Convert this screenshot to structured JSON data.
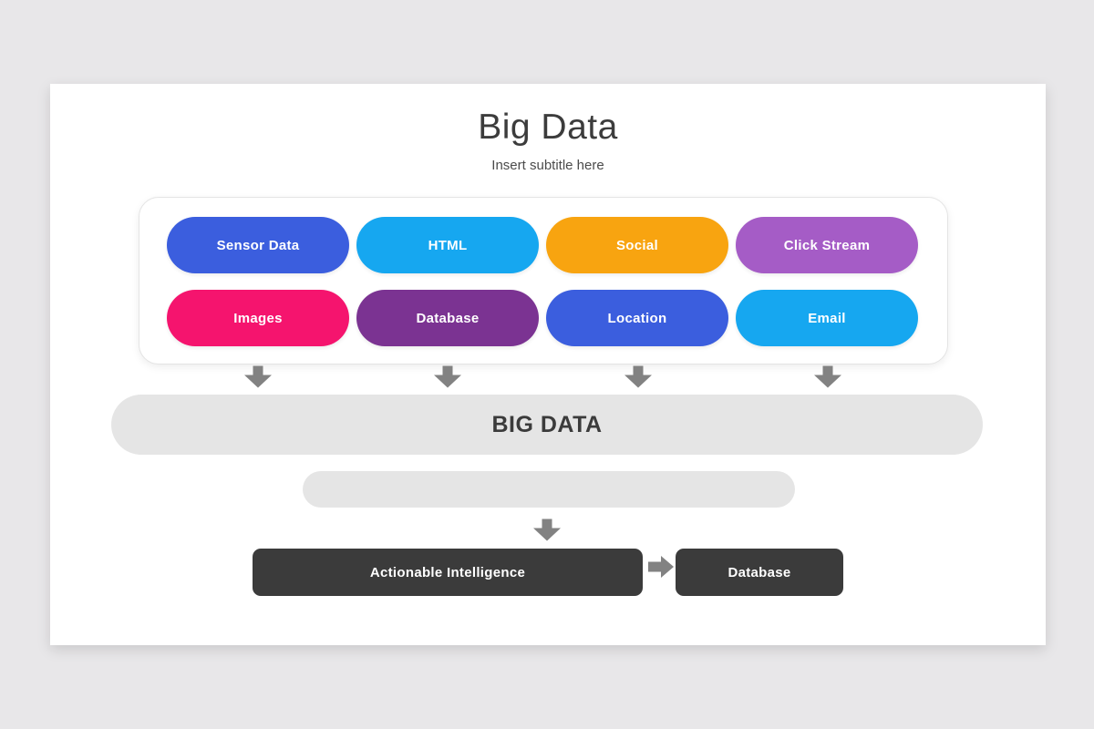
{
  "slide": {
    "title": "Big Data",
    "subtitle": "Insert subtitle here"
  },
  "sources": {
    "items": [
      {
        "label": "Sensor Data",
        "color": "#3b5ede"
      },
      {
        "label": "HTML",
        "color": "#16a7f0"
      },
      {
        "label": "Social",
        "color": "#f8a410"
      },
      {
        "label": "Click Stream",
        "color": "#a55cc6"
      },
      {
        "label": "Images",
        "color": "#f5146e"
      },
      {
        "label": "Database",
        "color": "#7b3392"
      },
      {
        "label": "Location",
        "color": "#3b5ede"
      },
      {
        "label": "Email",
        "color": "#16a7f0"
      }
    ]
  },
  "aggregate": {
    "label": "BIG DATA"
  },
  "results": {
    "actionable_label": "Actionable Intelligence",
    "database_label": "Database"
  },
  "colors": {
    "page_bg": "#e8e7e9",
    "slide_bg": "#ffffff",
    "bar_bg": "#e5e5e5",
    "arrow": "#828282",
    "dark_box": "#3b3b3b",
    "title_text": "#3c3c3c"
  }
}
